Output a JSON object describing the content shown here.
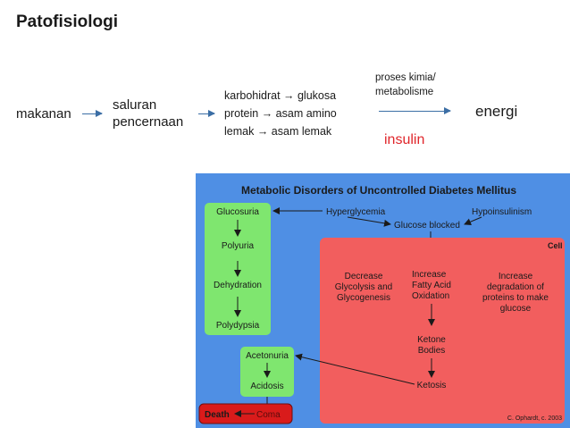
{
  "slide": {
    "title": "Patofisiologi",
    "flow": {
      "food": "makanan",
      "digestive_line1": "saluran",
      "digestive_line2": "pencernaan",
      "nutrient1": "karbohidrat → glukosa",
      "nutrient2": "protein → asam amino",
      "nutrient3": "lemak → asam lemak",
      "process_line1": "proses kimia/",
      "process_line2": "metabolisme",
      "hormone": "insulin",
      "result": "energi"
    }
  },
  "figure": {
    "title": "Metabolic Disorders of Uncontrolled Diabetes Mellitus",
    "hyperglycemia": "Hyperglycemia",
    "hypoinsulinism": "Hypoinsulinism",
    "glucose_blocked": "Glucose blocked",
    "cell_label": "Cell",
    "green_column": [
      "Glucosuria",
      "Polyuria",
      "Dehydration",
      "Polydypsia"
    ],
    "green_box2": [
      "Acetonuria",
      "Acidosis"
    ],
    "death": "Death",
    "coma": "Coma",
    "cell_col1": [
      "Decrease",
      "Glycolysis and",
      "Glycogenesis"
    ],
    "cell_col2": [
      "Increase",
      "Fatty Acid",
      "Oxidation"
    ],
    "cell_col3": [
      "Increase",
      "degradation of",
      "proteins to make",
      "glucose"
    ],
    "ketone_bodies": [
      "Ketone",
      "Bodies"
    ],
    "ketosis": "Ketosis",
    "credit": "C. Ophardt, c. 2003",
    "colors": {
      "background": "#4f8fe4",
      "green": "#7fe66f",
      "cell": "#f25e5e",
      "death_box": "#d91b1b"
    }
  }
}
